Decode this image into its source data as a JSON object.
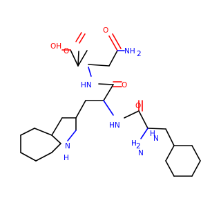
{
  "molecule": {
    "labels": {
      "acid_oh": "OH",
      "acid_o": "O",
      "amide_o": "O",
      "nh2_top": "NH",
      "nh2_top_sub": "2",
      "nh_upper": "HN",
      "o_mid": "O",
      "nh_lower": "HN",
      "o_lower": "O",
      "nh2_bottom": "H",
      "nh2_bottom_sub": "2",
      "nh2_bottom_n": "N",
      "indole_nh": "N",
      "indole_h": "H",
      "amine_h": "H",
      "amine_n": "N"
    },
    "colors": {
      "carbon": "#000000",
      "oxygen": "#ff0000",
      "nitrogen": "#0000ff",
      "background": "#ffffff"
    }
  }
}
